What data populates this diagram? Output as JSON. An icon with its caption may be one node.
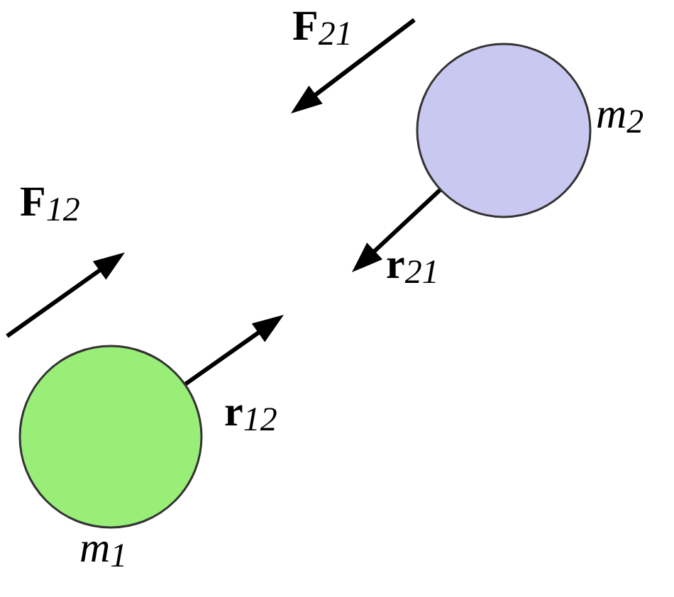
{
  "diagram": {
    "nodes": [
      {
        "text": [],
        "shape": "circle",
        "beside": [
          "m$_{2}$"
        ]
      },
      {
        "text": [],
        "shape": "circle",
        "beside": [
          "m$_{1}$"
        ]
      }
    ],
    "labels": [
      "**F**$_{21}$",
      "**F**$_{12}$",
      "**r**$_{21}$",
      "**r**$_{12}$"
    ]
  }
}
